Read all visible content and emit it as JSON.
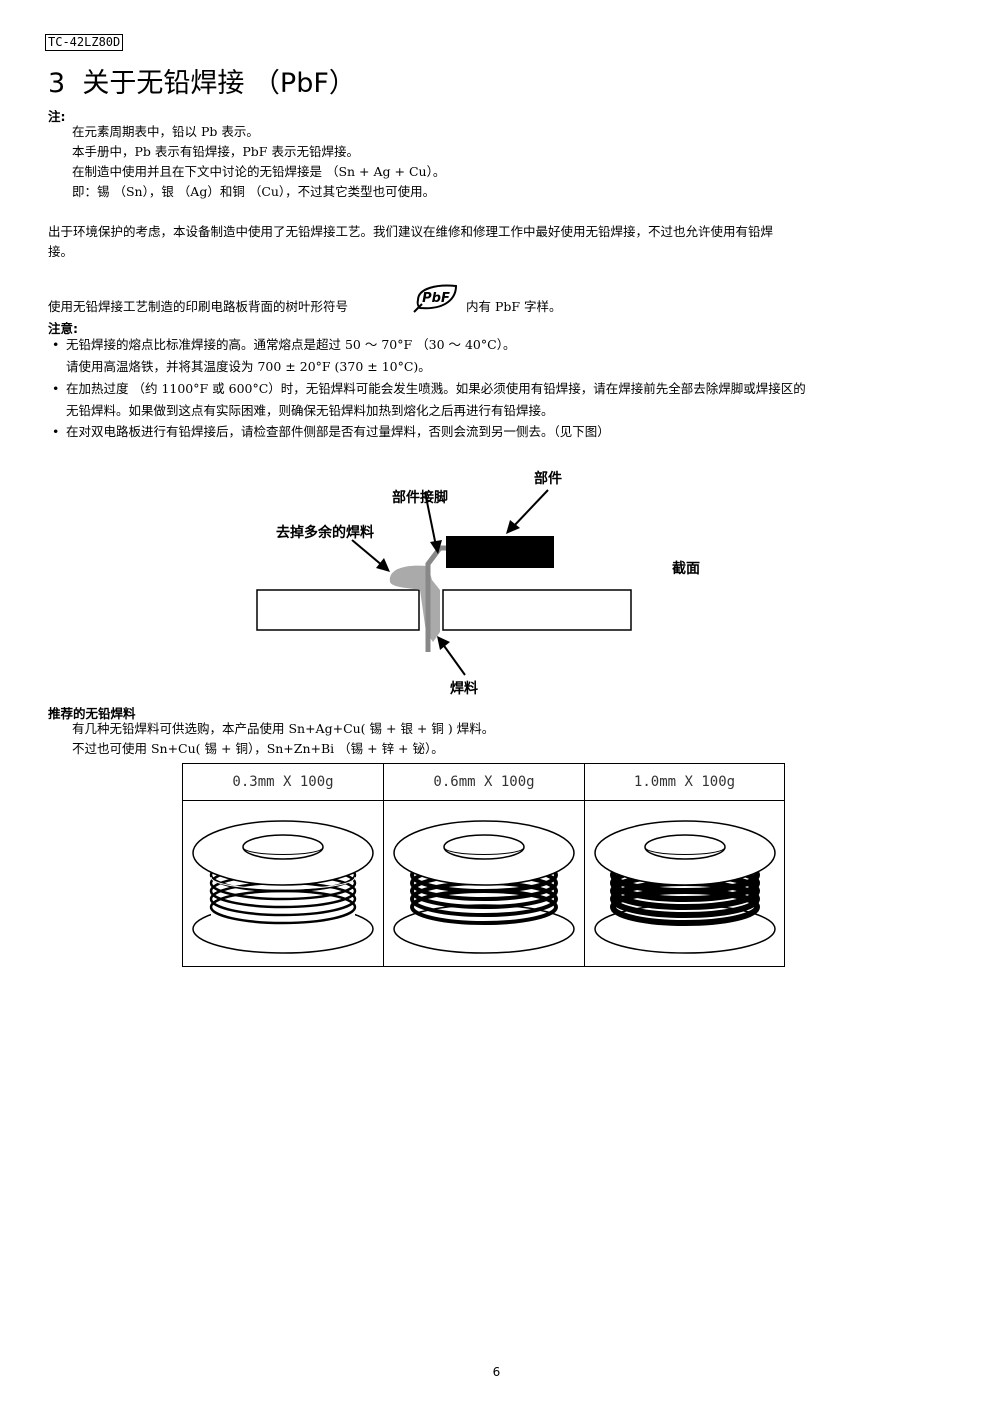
{
  "header": {
    "model": "TC-42LZ80D"
  },
  "section": {
    "title": "3  关于无铅焊接 （PbF）"
  },
  "note": {
    "heading": "注:",
    "lines": [
      "在元素周期表中，铅以 Pb 表示。",
      "本手册中，Pb 表示有铅焊接，PbF 表示无铅焊接。",
      "在制造中使用并且在下文中讨论的无铅焊接是 （Sn + Ag + Cu）。",
      "即：锡 （Sn），银 （Ag）和铜 （Cu），不过其它类型也可使用。"
    ]
  },
  "intro": {
    "line1": "出于环境保护的考虑，本设备制造中使用了无铅焊接工艺。我们建议在维修和修理工作中最好使用无铅焊接，不过也允许使用有铅焊",
    "line2": "接。"
  },
  "pbf_mark": {
    "before": "使用无铅焊接工艺制造的印刷电路板背面的树叶形符号",
    "logo_text": "PbF",
    "after": "内有 PbF 字样。"
  },
  "caution": {
    "heading": "注意:",
    "bullets": [
      {
        "dot": "•",
        "lines": [
          "无铅焊接的熔点比标准焊接的高。通常熔点是超过 50 ～ 70°F （30 ～ 40°C）。",
          "请使用高温烙铁，并将其温度设为 700 ± 20°F (370 ± 10°C)。"
        ]
      },
      {
        "dot": "•",
        "lines": [
          "在加热过度 （约 1100°F 或 600°C）时，无铅焊料可能会发生喷溅。如果必须使用有铅焊接，请在焊接前先全部去除焊脚或焊接区的",
          "无铅焊料。如果做到这点有实际困难，则确保无铅焊料加热到熔化之后再进行有铅焊接。"
        ]
      },
      {
        "dot": "•",
        "lines": [
          "在对双电路板进行有铅焊接后，请检查部件侧部是否有过量焊料，否则会流到另一侧去。（见下图）"
        ]
      }
    ]
  },
  "diagram": {
    "component": "部件",
    "lead": "部件接脚",
    "remove_excess": "去掉多余的焊料",
    "cross_section": "截面",
    "solder": "焊料",
    "colors": {
      "component": "#000000",
      "solder": "#aaaaaa",
      "board": "#ffffff"
    }
  },
  "recommended": {
    "heading": "推荐的无铅焊料",
    "line1": "有几种无铅焊料可供选购，本产品使用 Sn+Ag+Cu( 锡 + 银 + 铜 ) 焊料。",
    "line2": "不过也可使用 Sn+Cu( 锡 + 铜），Sn+Zn+Bi （锡 + 锌 + 铋）。"
  },
  "spools": [
    {
      "label": "0.3mm X 100g"
    },
    {
      "label": "0.6mm X 100g"
    },
    {
      "label": "1.0mm X 100g"
    }
  ],
  "footer": {
    "page": "6"
  }
}
